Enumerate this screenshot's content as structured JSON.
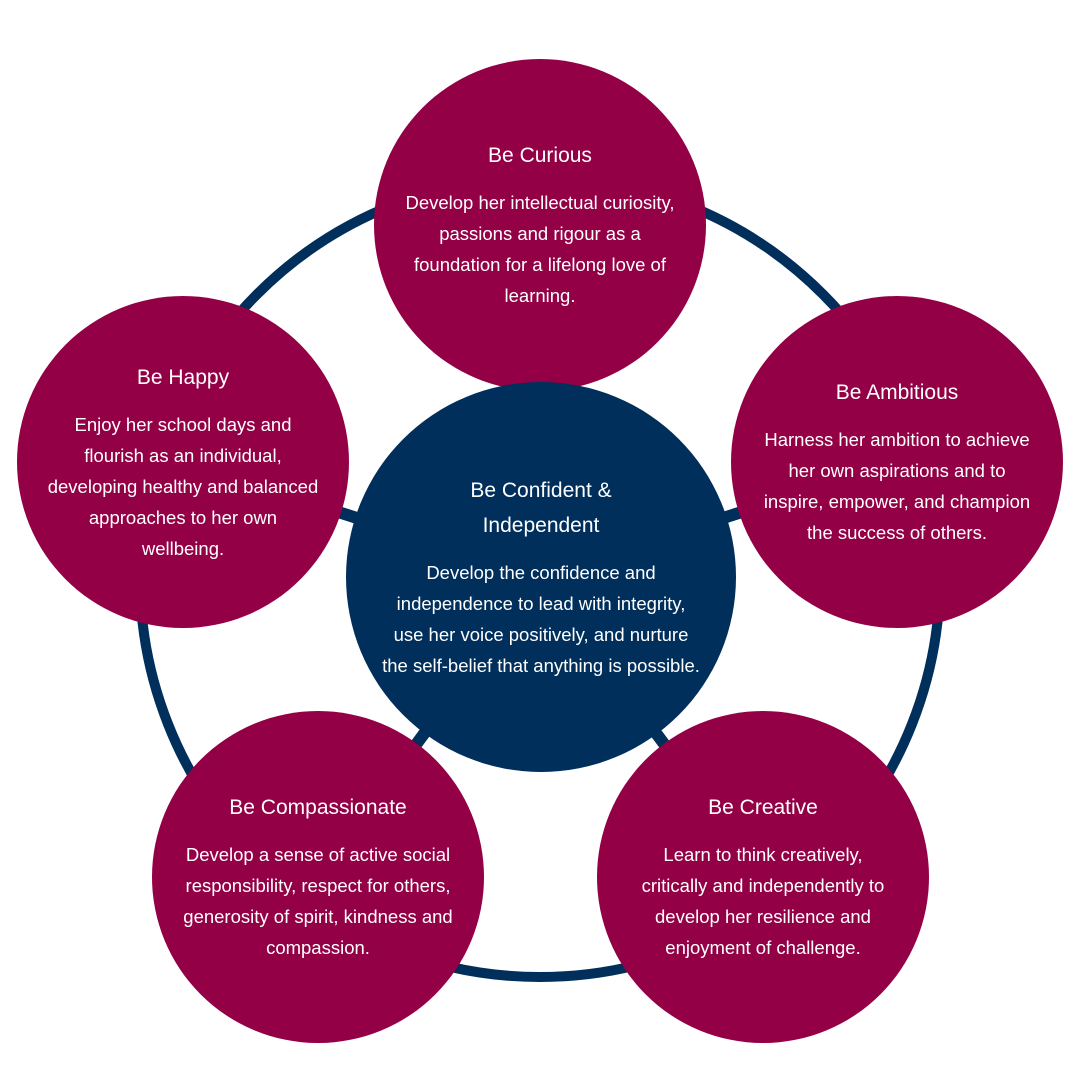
{
  "colors": {
    "outer": "#930046",
    "center": "#002F5B",
    "ring": "#002F5B"
  },
  "center": {
    "title": "Be Confident & Independent",
    "body": "Develop the confidence and independence to lead with integrity, use her voice positively, and nurture the self-belief that anything is possible."
  },
  "nodes": [
    {
      "title": "Be Curious",
      "body": "Develop her intellectual curiosity, passions and rigour as a foundation for a lifelong love of learning."
    },
    {
      "title": "Be Ambitious",
      "body": "Harness her ambition to achieve her own aspirations and to inspire, empower, and champion the success of others."
    },
    {
      "title": "Be Creative",
      "body": "Learn to think creatively, critically and independently to develop her resilience and enjoyment of challenge."
    },
    {
      "title": "Be Compassionate",
      "body": "Develop a sense of active social responsibility, respect for others, generosity of spirit, kindness and compassion."
    },
    {
      "title": "Be Happy",
      "body": "Enjoy her school days and flourish as an individual, developing healthy and balanced approaches to her own wellbeing."
    }
  ]
}
